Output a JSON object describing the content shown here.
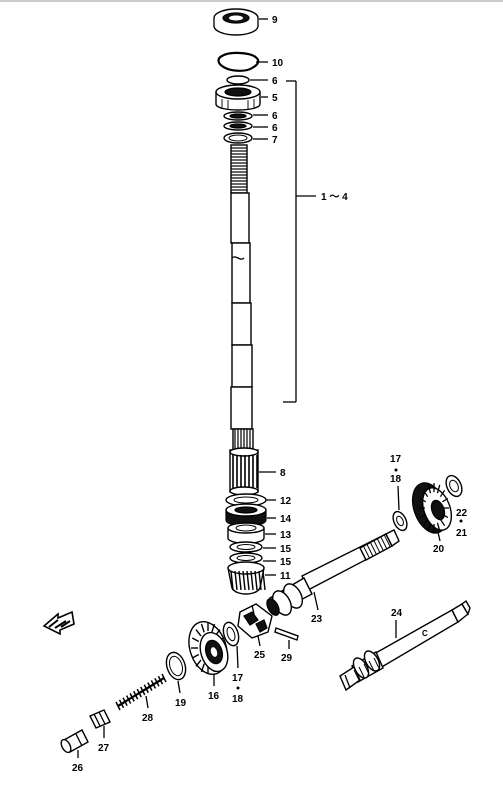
{
  "diagram": {
    "labels": {
      "p9": "9",
      "p10": "10",
      "p6a": "6",
      "p5": "5",
      "p6b": "6",
      "p6c": "6",
      "p7": "7",
      "range": "1 ～ 4",
      "p8": "8",
      "p12": "12",
      "p14": "14",
      "p13": "13",
      "p15a": "15",
      "p15b": "15",
      "p11": "11",
      "p17a": "17",
      "p18a": "18",
      "p22": "22",
      "p21": "21",
      "p20": "20",
      "p23": "23",
      "p24": "24",
      "p25": "25",
      "p29": "29",
      "p17b": "17",
      "p18b": "18",
      "p16": "16",
      "p19": "19",
      "p28": "28",
      "p27": "27",
      "p26": "26",
      "shaft_mark": "C"
    },
    "icons": {
      "front_arrow": "front-arrow-icon"
    }
  }
}
